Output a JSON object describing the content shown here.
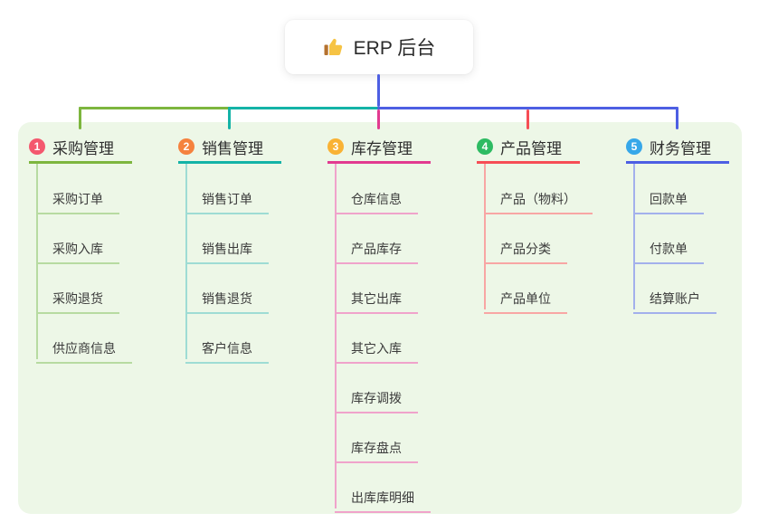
{
  "root": {
    "title": "ERP 后台",
    "icon": "thumbs-up-icon"
  },
  "colors": {
    "page_bg": "#ffffff",
    "panel_bg": "#edf7e7",
    "root_connector": "#4d5fe3",
    "header_text": "#2f2f2f",
    "item_text": "#3b3b3b",
    "thumb_yellow": "#f6c344",
    "thumb_cuff": "#b5722f"
  },
  "branches": [
    {
      "badge_number": "1",
      "title": "采购管理",
      "badge_color": "#f4586e",
      "line_color": "#7db63e",
      "sub_line_color": "#b7dba1",
      "items": [
        "采购订单",
        "采购入库",
        "采购退货",
        "供应商信息"
      ]
    },
    {
      "badge_number": "2",
      "title": "销售管理",
      "badge_color": "#f5823e",
      "line_color": "#14b3a7",
      "sub_line_color": "#9edcd4",
      "items": [
        "销售订单",
        "销售出库",
        "销售退货",
        "客户信息"
      ]
    },
    {
      "badge_number": "3",
      "title": "库存管理",
      "badge_color": "#f9b234",
      "line_color": "#e23a90",
      "sub_line_color": "#f0a3cb",
      "items": [
        "仓库信息",
        "产品库存",
        "其它出库",
        "其它入库",
        "库存调拨",
        "库存盘点",
        "出库库明细"
      ]
    },
    {
      "badge_number": "4",
      "title": "产品管理",
      "badge_color": "#2dbb62",
      "line_color": "#f64d55",
      "sub_line_color": "#f8a6a4",
      "items": [
        "产品（物料）",
        "产品分类",
        "产品单位"
      ]
    },
    {
      "badge_number": "5",
      "title": "财务管理",
      "badge_color": "#36a7e9",
      "line_color": "#4d5fe3",
      "sub_line_color": "#a3b0ec",
      "items": [
        "回款单",
        "付款单",
        "结算账户"
      ]
    }
  ]
}
